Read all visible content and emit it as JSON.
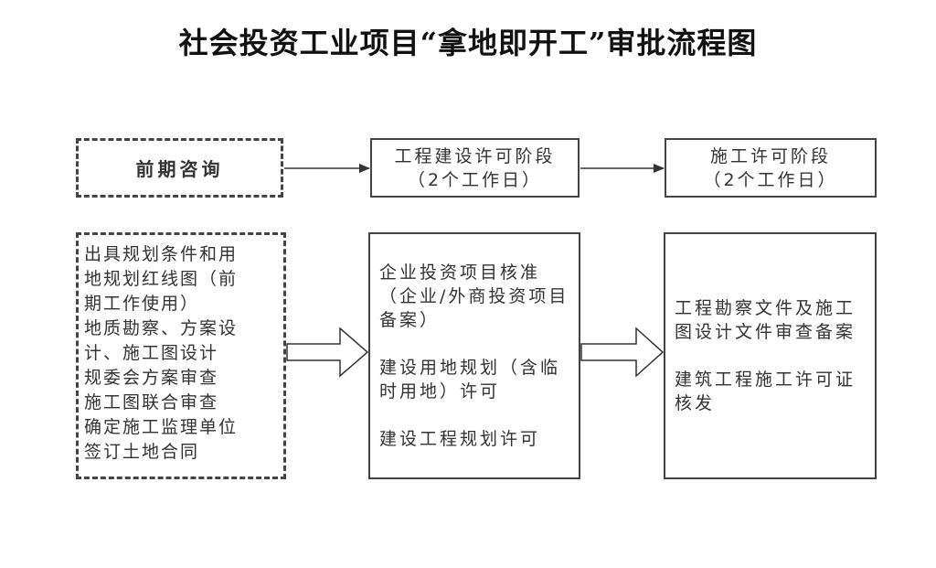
{
  "title": "社会投资工业项目“拿地即开工”审批流程图",
  "stages": {
    "consult": {
      "label": "前期咨询"
    },
    "construction_permit_stage": {
      "label": "工程建设许可阶段",
      "duration": "（2个工作日）"
    },
    "building_permit_stage": {
      "label": "施工许可阶段",
      "duration": "（2个工作日）"
    }
  },
  "details": {
    "preliminary": {
      "lines": [
        "出具规划条件和用",
        "地规划红线图（前",
        "期工作使用）",
        "地质勘察、方案设",
        "计、施工图设计",
        "规委会方案审查",
        "施工图联合审查",
        "确定施工监理单位",
        "签订土地合同"
      ]
    },
    "construction_permit": {
      "paragraphs": [
        "企业投资项目核准（企业/外商投资项目备案）",
        "建设用地规划（含临时用地）许可",
        "建设工程规划许可"
      ]
    },
    "building_permit": {
      "paragraphs": [
        "工程勘察文件及施工图设计文件审查备案",
        "建筑工程施工许可证核发"
      ]
    }
  }
}
